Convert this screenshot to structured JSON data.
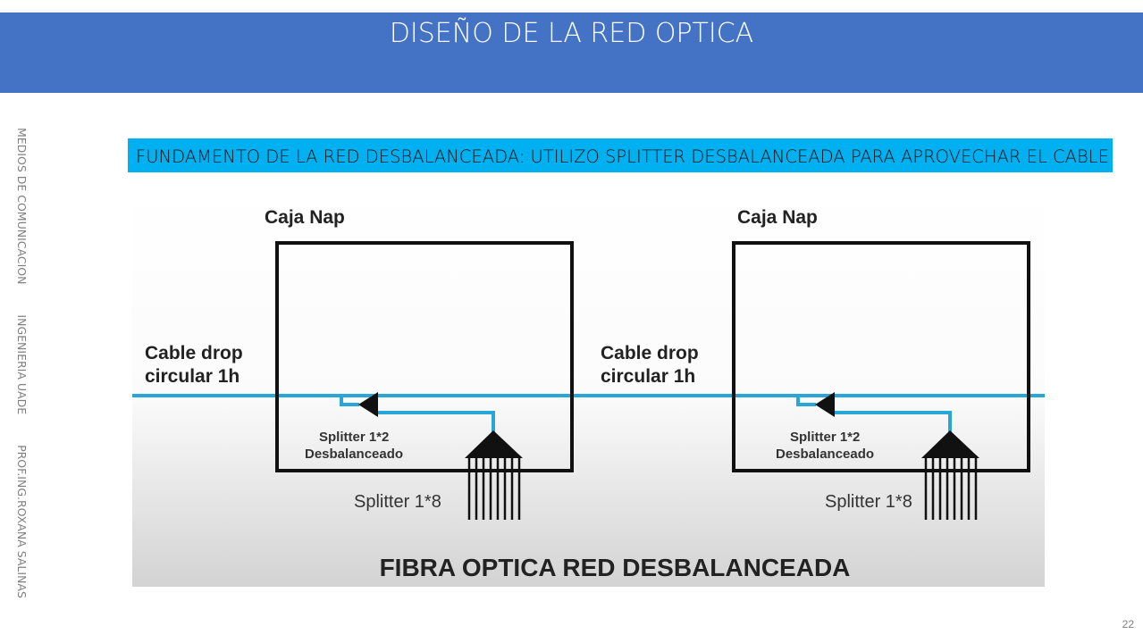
{
  "slide": {
    "title": "DISEÑO DE LA RED OPTICA",
    "side_text": [
      "MEDIOS DE COMUNICACION",
      "INGENIERIA  UADE",
      "PROF.ING.ROXANA SALINAS"
    ],
    "banner": "FUNDAMENTO DE LA RED DESBALANCEADA: UTILIZO SPLITTER DESBALANCEADA PARA APROVECHAR EL CABLE",
    "page_number": "22"
  },
  "diagram": {
    "left": {
      "box_label": "Caja  Nap",
      "cable_label_1": "Cable drop",
      "cable_label_2": "circular 1h",
      "splitter12_1": "Splitter  1*2",
      "splitter12_2": "Desbalanceado",
      "splitter18": "Splitter 1*8"
    },
    "right": {
      "box_label": "Caja  Nap",
      "cable_label_1": "Cable drop",
      "cable_label_2": "circular 1h",
      "splitter12_1": "Splitter  1*2",
      "splitter12_2": "Desbalanceado",
      "splitter18": "Splitter 1*8"
    },
    "caption": "FIBRA OPTICA RED DESBALANCEADA",
    "colors": {
      "fiber": "#2aa6d6",
      "header": "#4472c4",
      "banner": "#00b0f0"
    }
  }
}
